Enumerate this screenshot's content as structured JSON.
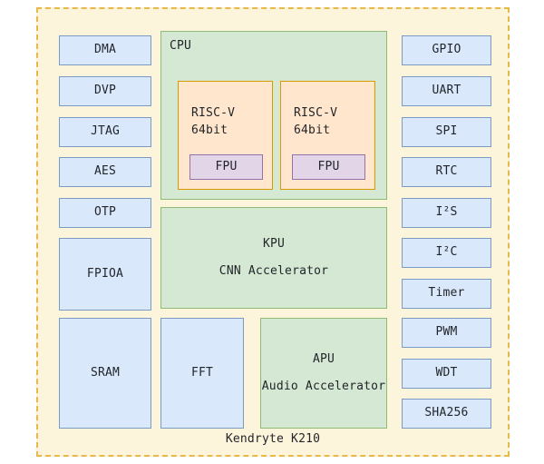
{
  "diagram": {
    "caption": "Kendryte K210",
    "colors": {
      "chip_background": "#fdf4dc",
      "chip_border": "#e8b84b",
      "blue_fill": "#dae8fc",
      "blue_border": "#7b9ac4",
      "green_fill": "#d5e8d4",
      "green_border": "#8fbb74",
      "orange_fill": "#ffe6cc",
      "orange_border": "#d79b00",
      "purple_fill": "#e1d5e7",
      "purple_border": "#9673a6"
    }
  },
  "left_column": [
    {
      "label": "DMA"
    },
    {
      "label": "DVP"
    },
    {
      "label": "JTAG"
    },
    {
      "label": "AES"
    },
    {
      "label": "OTP"
    },
    {
      "label": "FPIOA"
    },
    {
      "label": "SRAM"
    }
  ],
  "right_column": [
    {
      "label": "GPIO"
    },
    {
      "label": "UART"
    },
    {
      "label": "SPI"
    },
    {
      "label": "RTC"
    },
    {
      "label": "I²S"
    },
    {
      "label": "I²C"
    },
    {
      "label": "Timer"
    },
    {
      "label": "PWM"
    },
    {
      "label": "WDT"
    },
    {
      "label": "SHA256"
    }
  ],
  "center": {
    "cpu": {
      "label": "CPU",
      "cores": [
        {
          "name": "RISC-V",
          "width": "64bit",
          "fpu": "FPU"
        },
        {
          "name": "RISC-V",
          "width": "64bit",
          "fpu": "FPU"
        }
      ]
    },
    "kpu": {
      "title": "KPU",
      "subtitle": "CNN Accelerator"
    },
    "fft": {
      "label": "FFT"
    },
    "apu": {
      "title": "APU",
      "subtitle": "Audio Accelerator"
    }
  }
}
